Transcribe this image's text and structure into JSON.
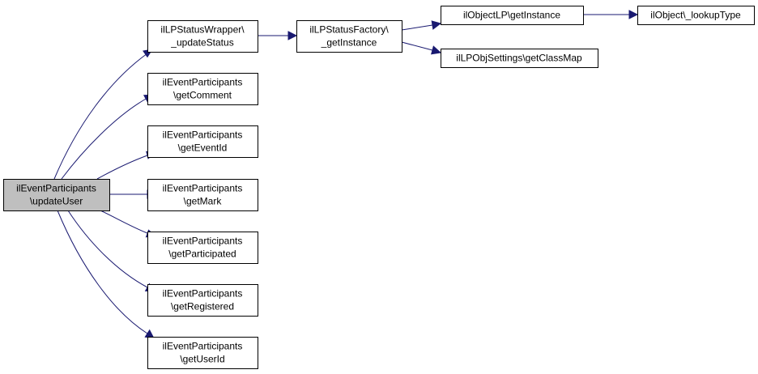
{
  "colors": {
    "edge": "#191970",
    "node_border": "#000000",
    "node_fill": "#ffffff",
    "root_fill": "#bfbfbf"
  },
  "nodes": [
    {
      "id": "updateUser",
      "lines": [
        "ilEventParticipants",
        "\\updateUser"
      ],
      "root": true
    },
    {
      "id": "updateStatus",
      "lines": [
        "ilLPStatusWrapper\\",
        "_updateStatus"
      ]
    },
    {
      "id": "getComment",
      "lines": [
        "ilEventParticipants",
        "\\getComment"
      ]
    },
    {
      "id": "getEventId",
      "lines": [
        "ilEventParticipants",
        "\\getEventId"
      ]
    },
    {
      "id": "getMark",
      "lines": [
        "ilEventParticipants",
        "\\getMark"
      ]
    },
    {
      "id": "getParticipated",
      "lines": [
        "ilEventParticipants",
        "\\getParticipated"
      ]
    },
    {
      "id": "getRegistered",
      "lines": [
        "ilEventParticipants",
        "\\getRegistered"
      ]
    },
    {
      "id": "getUserId",
      "lines": [
        "ilEventParticipants",
        "\\getUserId"
      ]
    },
    {
      "id": "statusFactoryGetInstance",
      "lines": [
        "ilLPStatusFactory\\",
        "_getInstance"
      ]
    },
    {
      "id": "objectLPGetInstance",
      "lines": [
        "ilObjectLP\\getInstance"
      ]
    },
    {
      "id": "getClassMap",
      "lines": [
        "ilLPObjSettings\\getClassMap"
      ]
    },
    {
      "id": "lookupType",
      "lines": [
        "ilObject\\_lookupType"
      ]
    }
  ],
  "edges": [
    {
      "from": "updateUser",
      "to": "updateStatus"
    },
    {
      "from": "updateUser",
      "to": "getComment"
    },
    {
      "from": "updateUser",
      "to": "getEventId"
    },
    {
      "from": "updateUser",
      "to": "getMark"
    },
    {
      "from": "updateUser",
      "to": "getParticipated"
    },
    {
      "from": "updateUser",
      "to": "getRegistered"
    },
    {
      "from": "updateUser",
      "to": "getUserId"
    },
    {
      "from": "updateStatus",
      "to": "statusFactoryGetInstance"
    },
    {
      "from": "statusFactoryGetInstance",
      "to": "objectLPGetInstance"
    },
    {
      "from": "statusFactoryGetInstance",
      "to": "getClassMap"
    },
    {
      "from": "objectLPGetInstance",
      "to": "lookupType"
    }
  ]
}
